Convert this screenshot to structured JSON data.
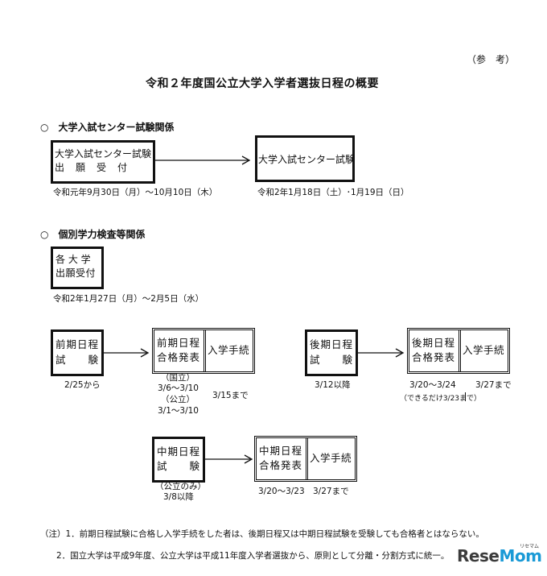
{
  "header": {
    "reference": "（参　考）",
    "title": "令和２年度国公立大学入学者選抜日程の概要"
  },
  "section1": {
    "heading": "○　大学入試センター試験関係",
    "box_apply_line1": "大学入試センター試験",
    "box_apply_line2": "出　願　受　付",
    "apply_dates": "令和元年9月30日（月）～10月10日（木）",
    "box_exam": "大学入試センター試験",
    "exam_dates": "令和2年1月18日（土）･1月19日（日）"
  },
  "section2": {
    "heading": "○　個別学力検査等関係",
    "box_apply_line1": "各 大 学",
    "box_apply_line2": "出願受付",
    "apply_dates": "令和2年1月27日（月）～2月5日（水）",
    "zenki": {
      "exam_line1": "前期日程",
      "exam_line2": "試　　験",
      "exam_date": "2/25から",
      "result_line1": "前期日程",
      "result_line2": "合格発表",
      "procedure": "入学手続",
      "result_label1": "（国立）",
      "result_date1": "3/6～3/10",
      "result_label2": "（公立）",
      "result_date2": "3/1～3/10",
      "procedure_date": "3/15まで"
    },
    "koki": {
      "exam_line1": "後期日程",
      "exam_line2": "試　　験",
      "exam_date": "3/12以降",
      "result_line1": "後期日程",
      "result_line2": "合格発表",
      "procedure": "入学手続",
      "result_date": "3/20～3/24",
      "procedure_date": "3/27まで",
      "remark": "（できるだけ3/23まで）"
    },
    "chuki": {
      "exam_line1": "中期日程",
      "exam_line2": "試　　験",
      "exam_label": "（公立のみ）",
      "exam_date": "3/8以降",
      "result_line1": "中期日程",
      "result_line2": "合格発表",
      "procedure": "入学手続",
      "result_date": "3/20～3/23",
      "procedure_date": "3/27まで"
    }
  },
  "notes": {
    "note1": "（注）1．前期日程試験に合格し入学手続をした者は、後期日程又は中期日程試験を受験しても合格者とはならない。",
    "note2": "2．国立大学は平成9年度、公立大学は平成11年度入学者選抜から、原則として分離・分割方式に統一。"
  },
  "logo": {
    "text_a": "Rese",
    "text_b": "Mom",
    "small": "リセマム",
    "accent_color": "#1a9ad6",
    "dark_color": "#3b3b3b"
  }
}
